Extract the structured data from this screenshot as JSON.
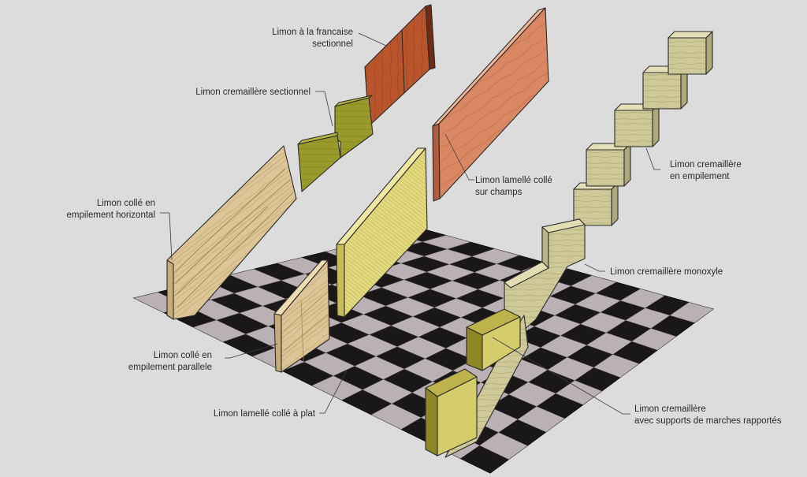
{
  "labels": {
    "francaise_sectionnel": [
      "Limon à la francaise",
      "sectionnel"
    ],
    "cremaillere_sectionnel": [
      "Limon cremaillère sectionnel"
    ],
    "lamelle_champs": [
      "Limon lamellé collé",
      "sur champs"
    ],
    "colle_horizontal": [
      "Limon collé en",
      "empilement horizontal"
    ],
    "cremaillere_empilement": [
      "Limon cremaillère",
      "en empilement"
    ],
    "cremaillere_monoxyle": [
      "Limon cremaillère monoxyle"
    ],
    "colle_parallele": [
      "Limon collé en",
      "empilement parallele"
    ],
    "lamelle_plat": [
      "Limon lamellé collé à plat"
    ],
    "cremaillere_supports": [
      "Limon cremaillère",
      "avec supports de marches rapportés"
    ]
  },
  "colors": {
    "background": "#dcdcdc",
    "tile_light": "#b9b1b4",
    "tile_dark": "#141112",
    "red_wood": "#b9552c",
    "orange_wood": "#d98863",
    "olive_wood": "#9a9a2a",
    "pale_wood": "#dcc596",
    "yellow_wood": "#e2d77c",
    "green_wood": "#c8c28c"
  }
}
